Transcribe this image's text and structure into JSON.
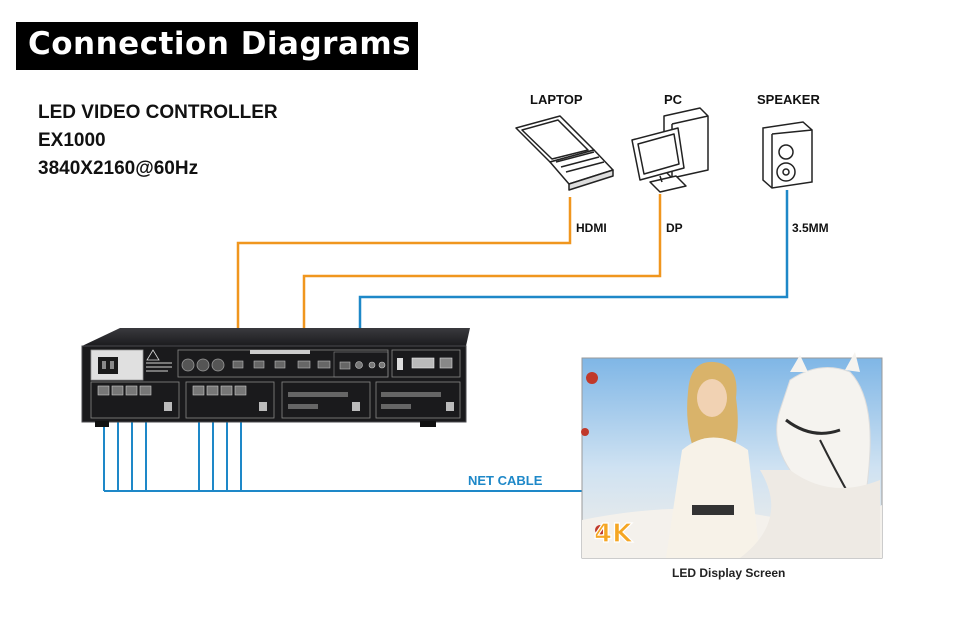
{
  "title": "Connection Diagrams",
  "spec": {
    "line1": "LED VIDEO CONTROLLER",
    "line2": "EX1000",
    "line3": "3840X2160@60Hz"
  },
  "devices": {
    "laptop": "LAPTOP",
    "pc": "PC",
    "speaker": "SPEAKER"
  },
  "cables": {
    "hdmi": "HDMI",
    "dp": "DP",
    "audio": "3.5MM",
    "net": "NET CABLE"
  },
  "screen": {
    "caption": "LED Display Screen",
    "badge": "4K"
  },
  "colors": {
    "orange": "#f0961e",
    "blue": "#1e88c8",
    "banner": "#000000"
  }
}
